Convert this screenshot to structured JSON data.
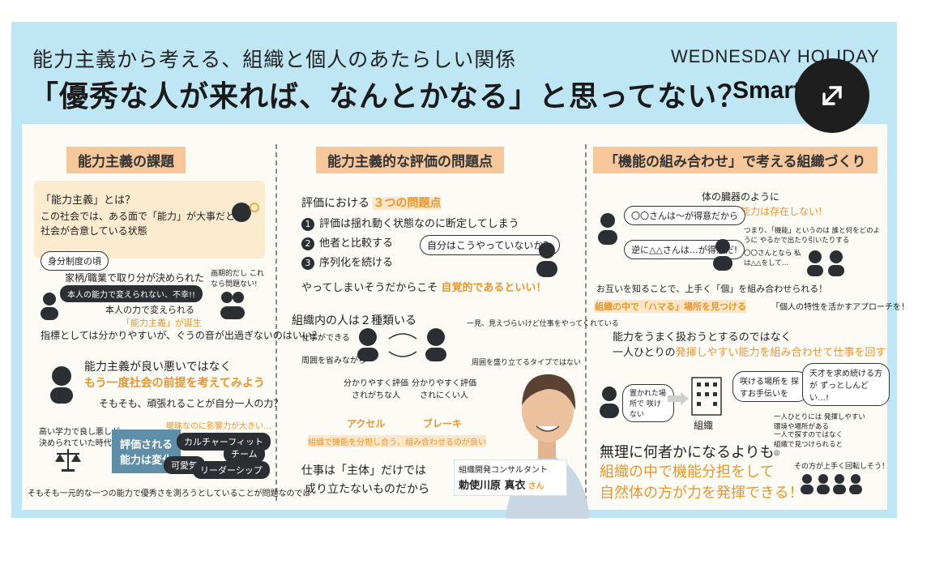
{
  "header": {
    "subtitle": "能力主義から考える、組織と個人のあたらしい関係",
    "title": "「優秀な人が来れば、なんとかなる」と思ってない？",
    "brand_top": "WEDNESDAY HOLIDAY",
    "brand_bottom": "SmartHR"
  },
  "expand_button": {
    "icon": "expand-arrows-icon"
  },
  "sections": {
    "left": {
      "heading": "能力主義の課題",
      "q_title": "「能力主義」とは？",
      "q_line1": "この社会では、ある面で「能力」が大事だと",
      "q_line2": "社会が合意している状態",
      "status_label": "身分制度の頃",
      "status_line1": "家柄/職業で取り分が決められた",
      "bubble_unfair": "本人の能力で変えられない、不幸!!",
      "bubble_epoch": "画期的だし これなら問題ない!",
      "ability_line1": "本人の力で変えられる",
      "ability_line2": "「能力主義」が誕生",
      "indicator": "指標としては分かりやすいが、ぐうの音が出過ぎないのはいい？",
      "good_bad": "能力主義が良い悪いではなく",
      "premise": "もう一度社会の前提を考えてみよう",
      "personal": "そもそも、頑張れることが自分一人の力？",
      "past_line1": "高い学力で良し悪しが",
      "past_line2": "決められていた時代",
      "arrow_label1": "評価される",
      "arrow_label2": "能力は変化",
      "vague": "曖昧なのに影響力が大きい…",
      "pills": [
        "カルチャーフィット",
        "チーム",
        "可愛気",
        "リーダーシップ"
      ],
      "footer": "そもそも一元的な一つの能力で優秀さを測ろうとしていることが問題なのでは"
    },
    "middle": {
      "heading": "能力主義的な評価の問題点",
      "eval_title": "評価における",
      "eval_title_hl": "３つの問題点",
      "issues": [
        "評価は揺れ動く状態なのに断定してしまう",
        "他者と比較する",
        "序列化を続ける"
      ],
      "self_bubble": "自分はこうやっていないか？",
      "aware": "やってしまいそうだからこそ",
      "aware_hl": "自覚的であるといい！",
      "types_title": "組織内の人は２種類いる",
      "type_left_1": "仕事ができる",
      "type_left_2": "周囲を省みながら",
      "type_right_1": "一見、見えづらいけど仕事をやってくれている",
      "type_right_2": "周囲を盛り立てるタイプではない",
      "label_easy": "分かりやすく評価されがちな人",
      "label_hard": "分かりやすく評価されにくい人",
      "accel": "アクセル",
      "brake": "ブレーキ",
      "combine": "組織で機能を分担し合う、組み合わせるのが良い",
      "work_line1": "仕事は「主体」だけでは",
      "work_line2": "成り立たないものだから"
    },
    "right": {
      "heading": "「機能の組み合わせ」で考える組織づくり",
      "organ": "体の臓器のように",
      "organ_hl": "内在する能力は存在しない!",
      "b1": "〇〇さんは〜が得意だから",
      "b2": "逆に△△さんは…が得意だ!",
      "function_note": "つまり、「機能」というのは 誰と何をどのように やるかで出たり引いたりする",
      "small_note": "〇〇さんとなら 私は△△をして…",
      "know_each": "お互いを知ることで、上手く「個」を組み合わせられる！",
      "find_place": "組織の中で「ハマる」場所を見つける",
      "approach": "「個人の特性を活かすアプローチを！",
      "use_ability1": "能力をうまく扱おうとするのではなく",
      "use_ability2": "一人ひとりの",
      "use_ability2_hl": "発揮しやすい能力を組み合わせて仕事を回す",
      "bloom_bubble": "咲ける場所を 探すお手伝いを",
      "seek_bubble": "天才を求め続ける方が ずっとしんどい…!",
      "wrong_place": "置かれた場所で 咲けない",
      "org_label": "組織",
      "each_note": "一人ひとりには 発揮しやすい環境や場所がある",
      "search_note": "一人で探すのではなく 組織で見つけられると◎",
      "closing1": "無理に何者かになるよりも",
      "closing2": "組織の中で機能分担をして",
      "closing3": "自然体の方が力を発揮できる！",
      "spin": "その方が上手く回転しそう！"
    }
  },
  "speaker": {
    "role": "組織開発コンサルタント",
    "name": "勅使川原 真衣",
    "suffix": "さん"
  },
  "colors": {
    "frame": "#bfe6f5",
    "accent": "#e8962e",
    "heading_bg": "#f6c79b",
    "ink": "#2b2f33"
  }
}
